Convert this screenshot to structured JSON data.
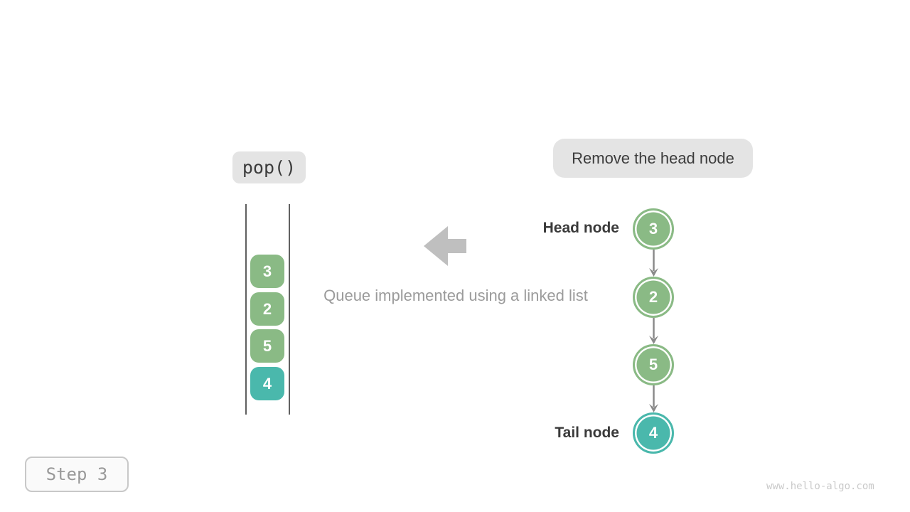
{
  "operation_badge": {
    "label": "pop()"
  },
  "action_badge": {
    "label": "Remove the head node"
  },
  "caption": {
    "text": "Queue implemented using a linked list"
  },
  "queue": {
    "items": [
      {
        "value": "3",
        "color": "#8aba85"
      },
      {
        "value": "2",
        "color": "#8aba85"
      },
      {
        "value": "5",
        "color": "#8aba85"
      },
      {
        "value": "4",
        "color": "#4ab8ac"
      }
    ]
  },
  "linked_list": {
    "head_label": "Head node",
    "tail_label": "Tail node",
    "nodes": [
      {
        "value": "3",
        "color": "#8aba85",
        "role": "head"
      },
      {
        "value": "2",
        "color": "#8aba85",
        "role": ""
      },
      {
        "value": "5",
        "color": "#8aba85",
        "role": ""
      },
      {
        "value": "4",
        "color": "#4ab8ac",
        "role": "tail"
      }
    ]
  },
  "step_badge": {
    "label": "Step 3"
  },
  "watermark": {
    "text": "www.hello-algo.com"
  },
  "colors": {
    "node_green": "#8aba85",
    "node_teal": "#4ab8ac",
    "badge_background": "#e4e4e4",
    "big_arrow_gray": "#bfbfbf",
    "connector_gray": "#8a8a8a",
    "queue_wall_gray": "#606060",
    "dark_text": "#3c3c3c",
    "caption_gray": "#9b9b9b"
  }
}
